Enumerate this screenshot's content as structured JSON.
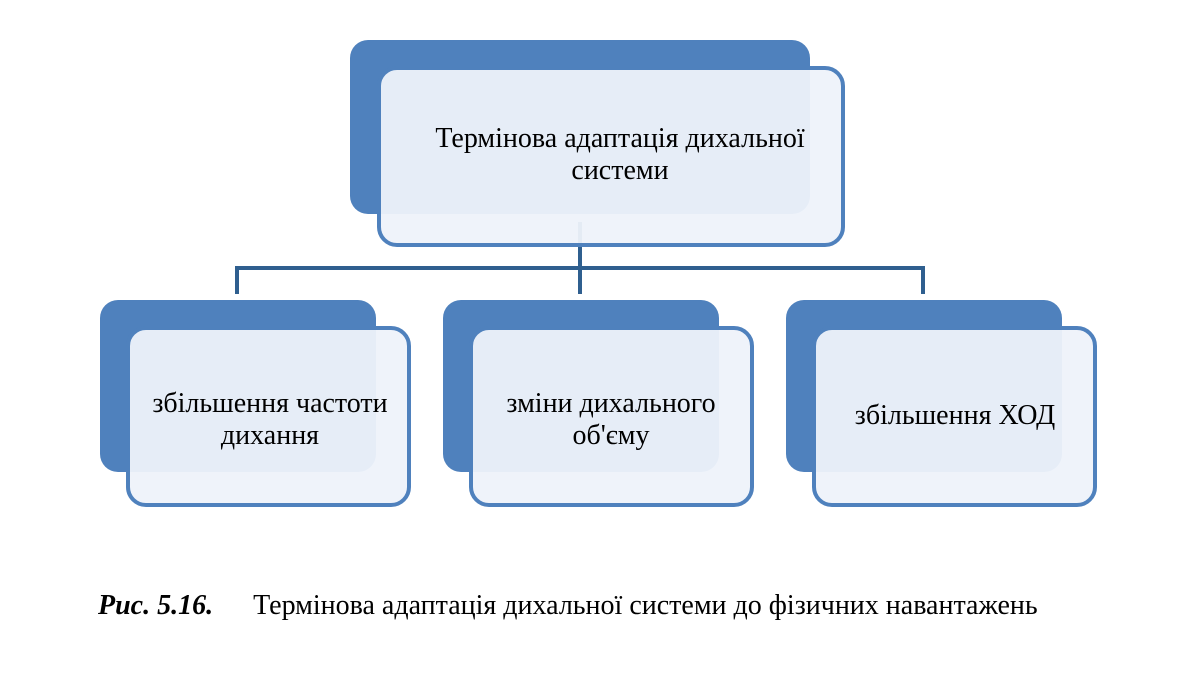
{
  "diagram": {
    "root": {
      "label": "Термінова адаптація дихальної системи"
    },
    "children": [
      {
        "label": "збільшення частоти дихання"
      },
      {
        "label": "зміни дихального об'єму"
      },
      {
        "label": "збільшення ХОД"
      }
    ],
    "colors": {
      "accent": "#4f81bd",
      "box_fill": "#eef2fa",
      "box_border": "#4f81bd",
      "connector": "#2f5f8f"
    }
  },
  "caption": {
    "label": "Рис. 5.16.",
    "text": "Термінова адаптація дихальної системи до фізичних навантажень"
  }
}
